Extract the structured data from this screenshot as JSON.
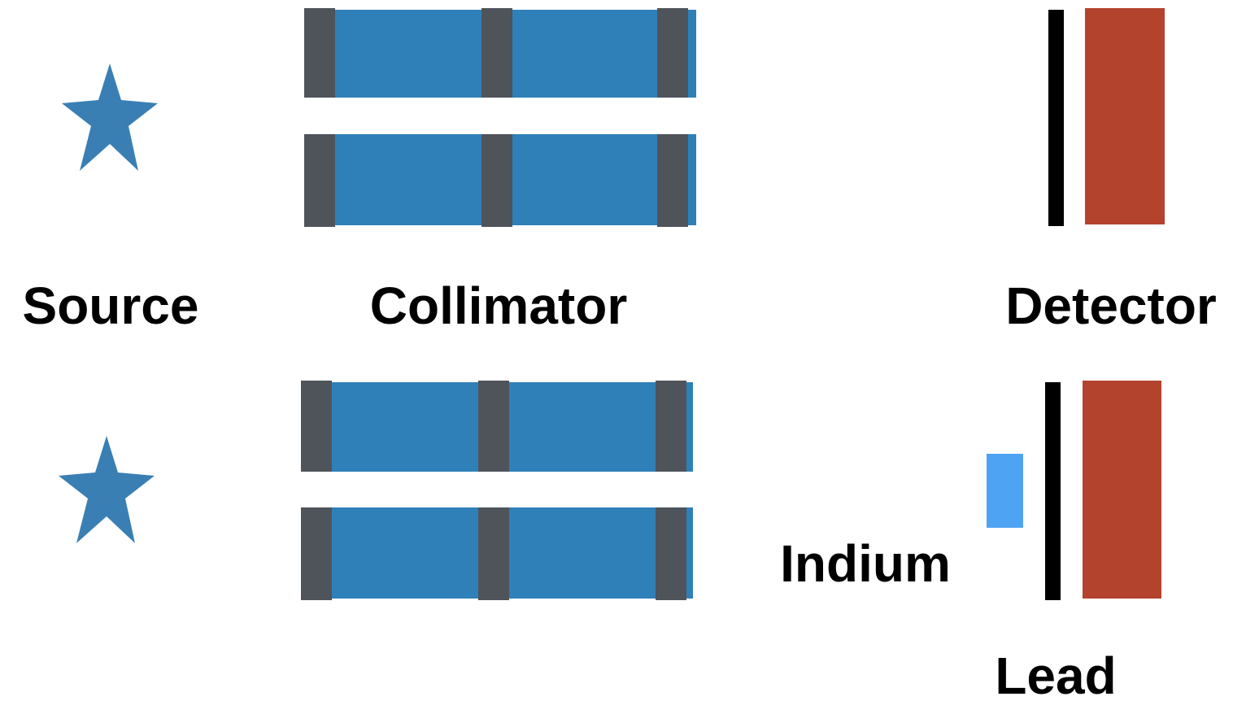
{
  "labels": {
    "source": "Source",
    "collimator": "Collimator",
    "detector": "Detector",
    "indium": "Indium",
    "lead": "Lead"
  },
  "colors": {
    "source_star": "#3a7fb3",
    "collimator_block": "#2f80b8",
    "collimator_divider": "#4f545b",
    "lead_sheet": "#000000",
    "detector_crystal": "#b4432e",
    "indium_absorber": "#4fa3f3",
    "text": "#000000"
  },
  "icons": {
    "source": "star-icon"
  }
}
